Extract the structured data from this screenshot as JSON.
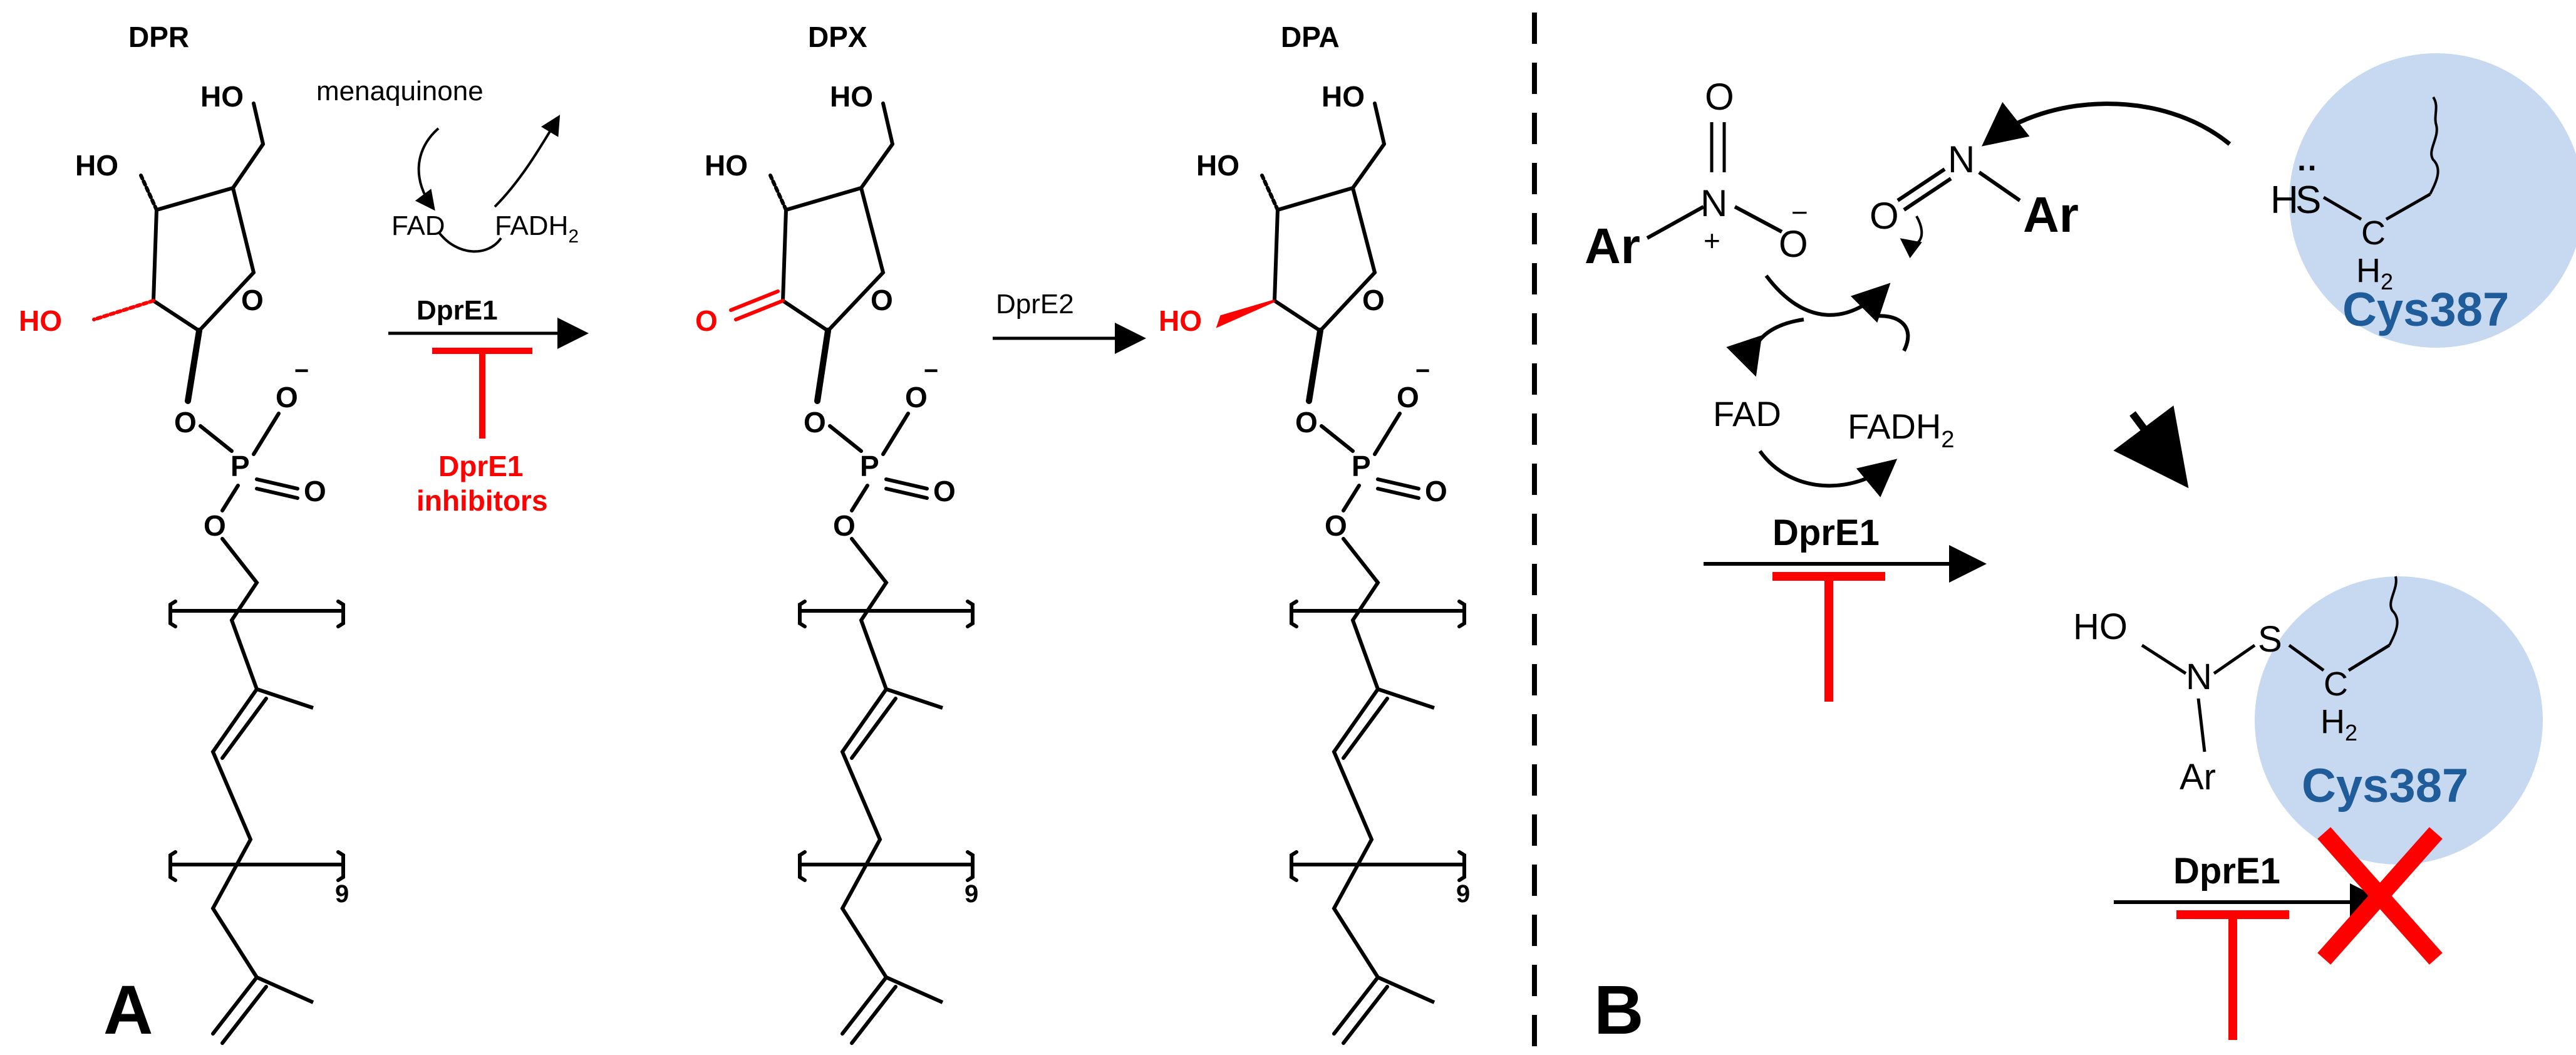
{
  "colors": {
    "ink": "#000000",
    "highlight": "#ff0000",
    "enzyme_fill": "#c6d9f1",
    "enzyme_text": "#1f5c99"
  },
  "panel_a": {
    "panel_label": "A",
    "compounds": {
      "dpr": "DPR",
      "dpx": "DPX",
      "dpa": "DPA"
    },
    "atoms": {
      "ho": "HO",
      "o": "O",
      "o_minus": "O",
      "p": "P",
      "minus": "−",
      "repeat_count": "9"
    },
    "cofactors": {
      "menaquinone": "menaquinone",
      "fad": "FAD",
      "fadh": "FADH",
      "fadh_sub": "2"
    },
    "enzymes": {
      "dpre1": "DprE1",
      "dpre2": "DprE2"
    },
    "inhibitor_line1": "DprE1",
    "inhibitor_line2": "inhibitors"
  },
  "panel_b": {
    "panel_label": "B",
    "ar": "Ar",
    "n": "N",
    "o": "O",
    "plus": "+",
    "minus": "−",
    "fad": "FAD",
    "fadh": "FADH",
    "fadh_sub": "2",
    "dpre1": "DprE1",
    "hs_h": "H",
    "hs_s": "S",
    "lone_pair": "··",
    "c": "C",
    "h2_h": "H",
    "h2_sub": "2",
    "cys": "Cys387",
    "ho": "HO",
    "s": "S"
  }
}
